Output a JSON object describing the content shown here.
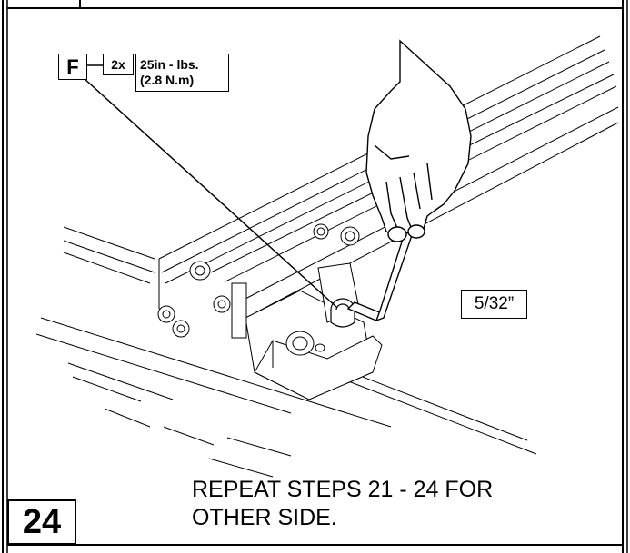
{
  "callout": {
    "part_letter": "F",
    "quantity": "2x",
    "torque_line1": "25in - lbs.",
    "torque_line2": "(2.8 N.m)"
  },
  "tool": {
    "wrench_size": "5/32”"
  },
  "step": {
    "number": "24",
    "instruction_line1": "REPEAT STEPS 21 - 24 FOR",
    "instruction_line2": "OTHER SIDE."
  }
}
